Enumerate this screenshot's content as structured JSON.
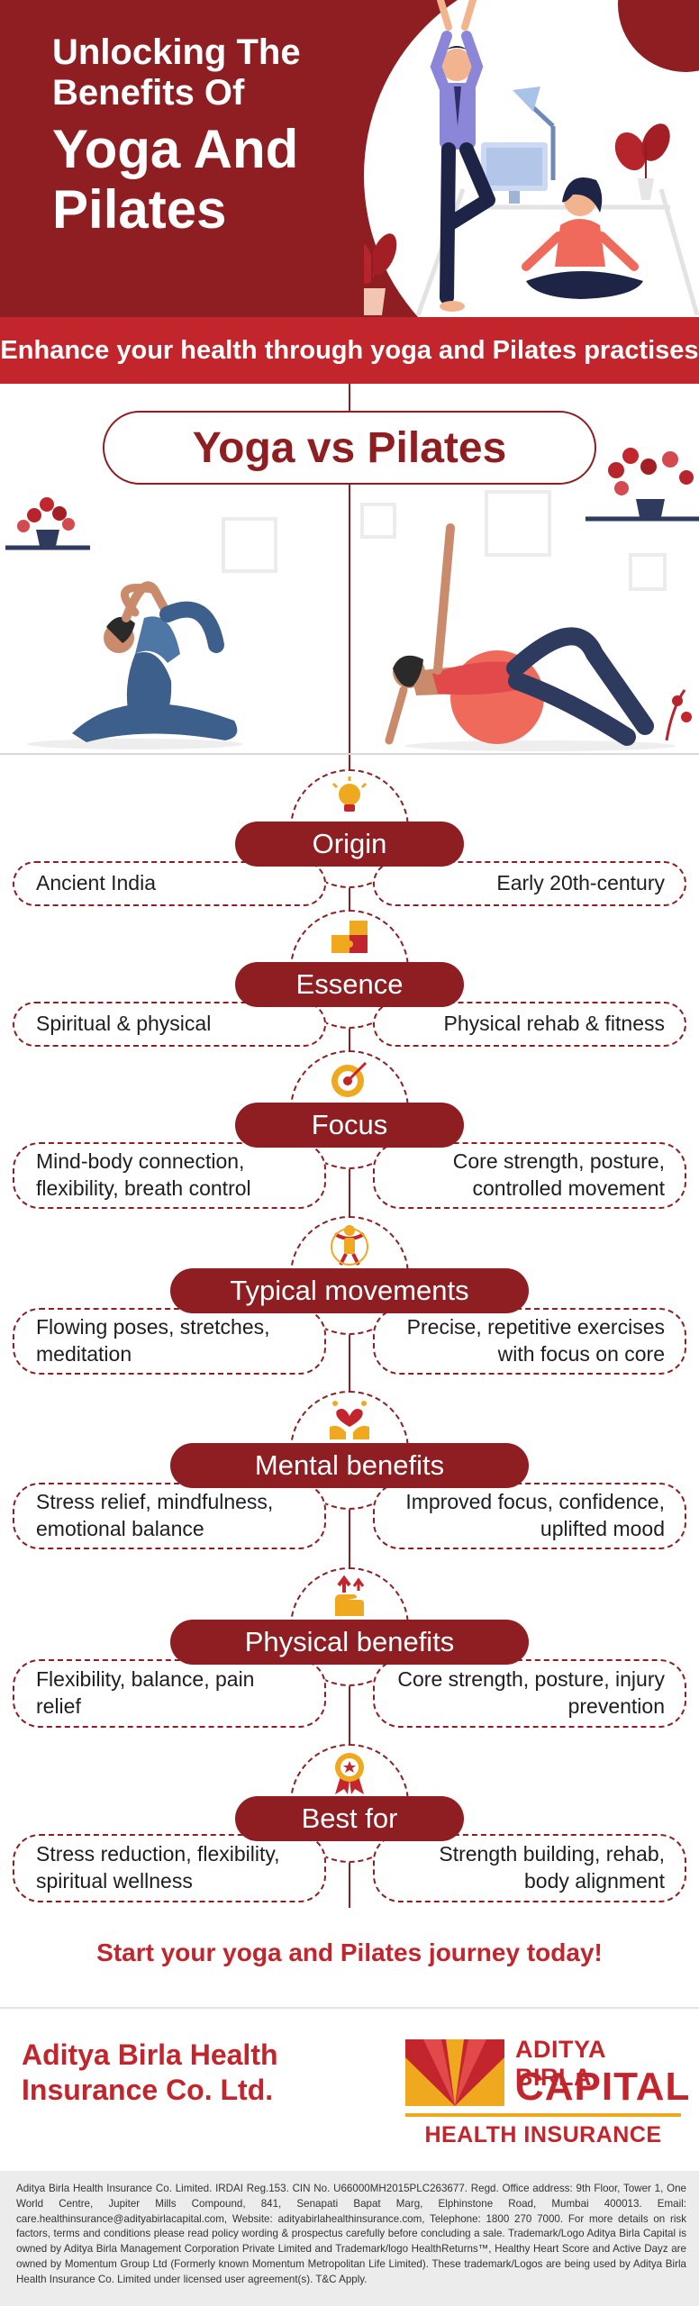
{
  "hero": {
    "title_line1": "Unlocking The",
    "title_line2": "Benefits Of",
    "title_line3": "Yoga And",
    "title_line4": "Pilates",
    "subtitle": "Enhance your health through yoga and Pilates practises"
  },
  "comparison": {
    "heading": "Yoga vs Pilates",
    "rows": [
      {
        "label": "Origin",
        "icon": "lightbulb-icon",
        "yoga": "Ancient India",
        "pilates": "Early 20th-century"
      },
      {
        "label": "Essence",
        "icon": "puzzle-icon",
        "yoga": "Spiritual & physical",
        "pilates": "Physical rehab & fitness"
      },
      {
        "label": "Focus",
        "icon": "target-icon",
        "yoga": "Mind-body connection, flexibility, breath control",
        "pilates": "Core strength, posture, controlled movement"
      },
      {
        "label": "Typical movements",
        "icon": "person-stretch-icon",
        "yoga": "Flowing poses, stretches, meditation",
        "pilates": "Precise, repetitive exercises with focus on core"
      },
      {
        "label": "Mental benefits",
        "icon": "hands-heart-icon",
        "yoga": "Stress relief, mindfulness, emotional balance",
        "pilates": "Improved focus, confidence, uplifted mood"
      },
      {
        "label": "Physical benefits",
        "icon": "hand-arrows-up-icon",
        "yoga": "Flexibility, balance, pain relief",
        "pilates": "Core strength, posture, injury prevention"
      },
      {
        "label": "Best for",
        "icon": "award-badge-icon",
        "yoga": "Stress reduction, flexibility, spiritual wellness",
        "pilates": "Strength building, rehab, body alignment"
      }
    ]
  },
  "cta": "Start your yoga and Pilates journey today!",
  "company": {
    "name_line1": "Aditya Birla Health",
    "name_line2": "Insurance Co. Ltd."
  },
  "logo": {
    "line1": "ADITYA BIRLA",
    "line2": "CAPITAL",
    "line3": "HEALTH INSURANCE"
  },
  "footer": {
    "text": "Aditya Birla Health Insurance Co. Limited. IRDAI Reg.153. CIN No. U66000MH2015PLC263677. Regd. Office address: 9th Floor, Tower 1, One World Centre, Jupiter Mills Compound, 841, Senapati Bapat Marg, Elphinstone Road, Mumbai 400013. Email: care.healthinsurance@adityabirlacapital.com, Website: adityabirlahealthinsurance.com, Telephone: 1800 270 7000. For more details on risk factors, terms and conditions please read policy wording & prospectus carefully before concluding a sale. Trademark/Logo Aditya Birla Capital is owned by Aditya Birla Management Corporation Private Limited and Trademark/logo HealthReturns™, Healthy Heart Score and Active Dayz are owned by Momentum Group Ltd (Formerly known Momentum Metropolitan Life Limited). These trademark/Logos are being used by Aditya Birla Health Insurance Co. Limited under licensed user agreement(s). T&C Apply."
  },
  "colors": {
    "maroon": "#8e1e22",
    "red": "#c2252c",
    "gold": "#f0a81e"
  }
}
